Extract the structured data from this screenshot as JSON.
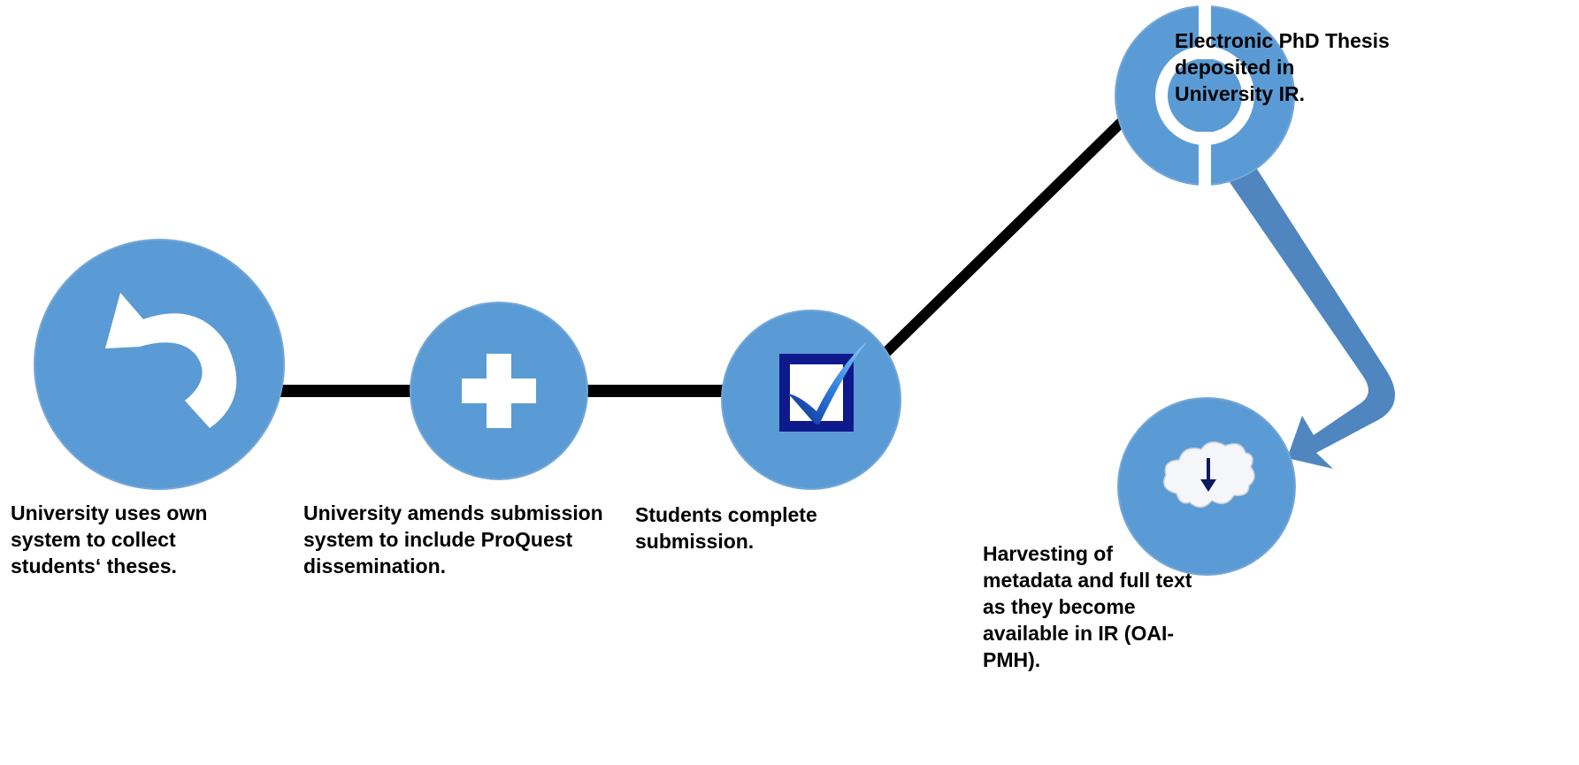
{
  "colors": {
    "node_fill": "#5b9bd5",
    "node_stroke": "#74a7d8",
    "connector": "#000000",
    "curved_arrow": "#4f86bf",
    "icon_white": "#ffffff",
    "checkbox_frame": "#0e1a8c",
    "label_text": "#000000"
  },
  "steps": [
    {
      "id": "own-system",
      "icon": "undo-arrow-icon",
      "label": "University uses own\nsystem to collect\nstudents‘ theses."
    },
    {
      "id": "amend-system",
      "icon": "plus-icon",
      "label": "University amends submission\nsystem to include ProQuest\ndissemination."
    },
    {
      "id": "complete-submission",
      "icon": "checkbox-check-icon",
      "label": "Students complete\nsubmission."
    },
    {
      "id": "deposit-ir",
      "icon": "ring-icon",
      "label": "Electronic PhD Thesis\ndeposited in\nUniversity IR."
    },
    {
      "id": "harvest",
      "icon": "cloud-download-icon",
      "label": "Harvesting of\nmetadata and full text\nas they become\navailable in IR (OAI-\nPMH)."
    }
  ]
}
